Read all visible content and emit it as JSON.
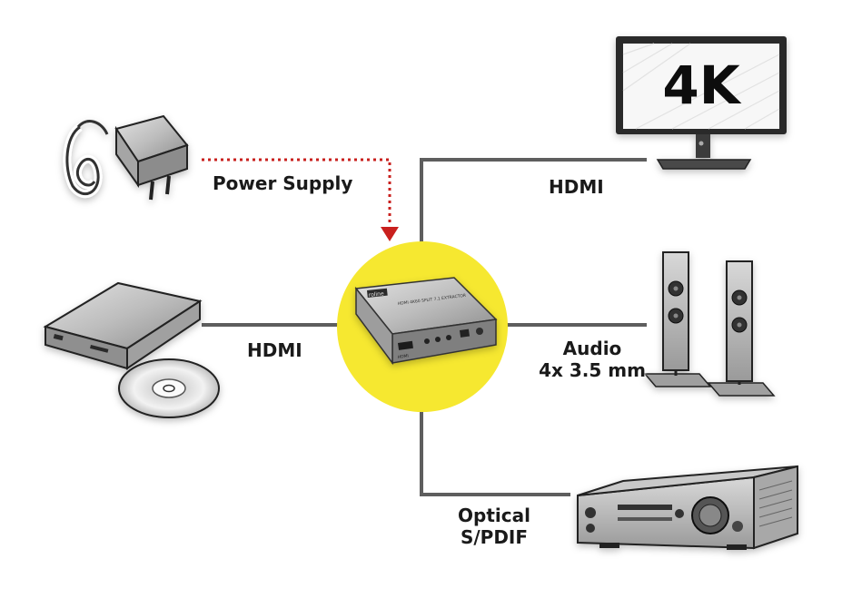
{
  "labels": {
    "power_supply": "Power Supply",
    "hdmi_in": "HDMI",
    "hdmi_out": "HDMI",
    "audio_line1": "Audio",
    "audio_line2": "4x 3.5 mm",
    "optical_line1": "Optical",
    "optical_line2": "S/PDIF",
    "monitor_screen": "4K"
  },
  "device_labels": {
    "brand": "roline",
    "model_line": "HDMI 4K60 SPLIT 7.1 EXTRACTOR",
    "port": "HDMI"
  },
  "colors": {
    "highlight_circle": "#f6e830",
    "connection_line": "#5e5e5e",
    "power_arrow": "#c9201e",
    "device_fill": "#b8b8b8",
    "device_edge": "#333333"
  }
}
